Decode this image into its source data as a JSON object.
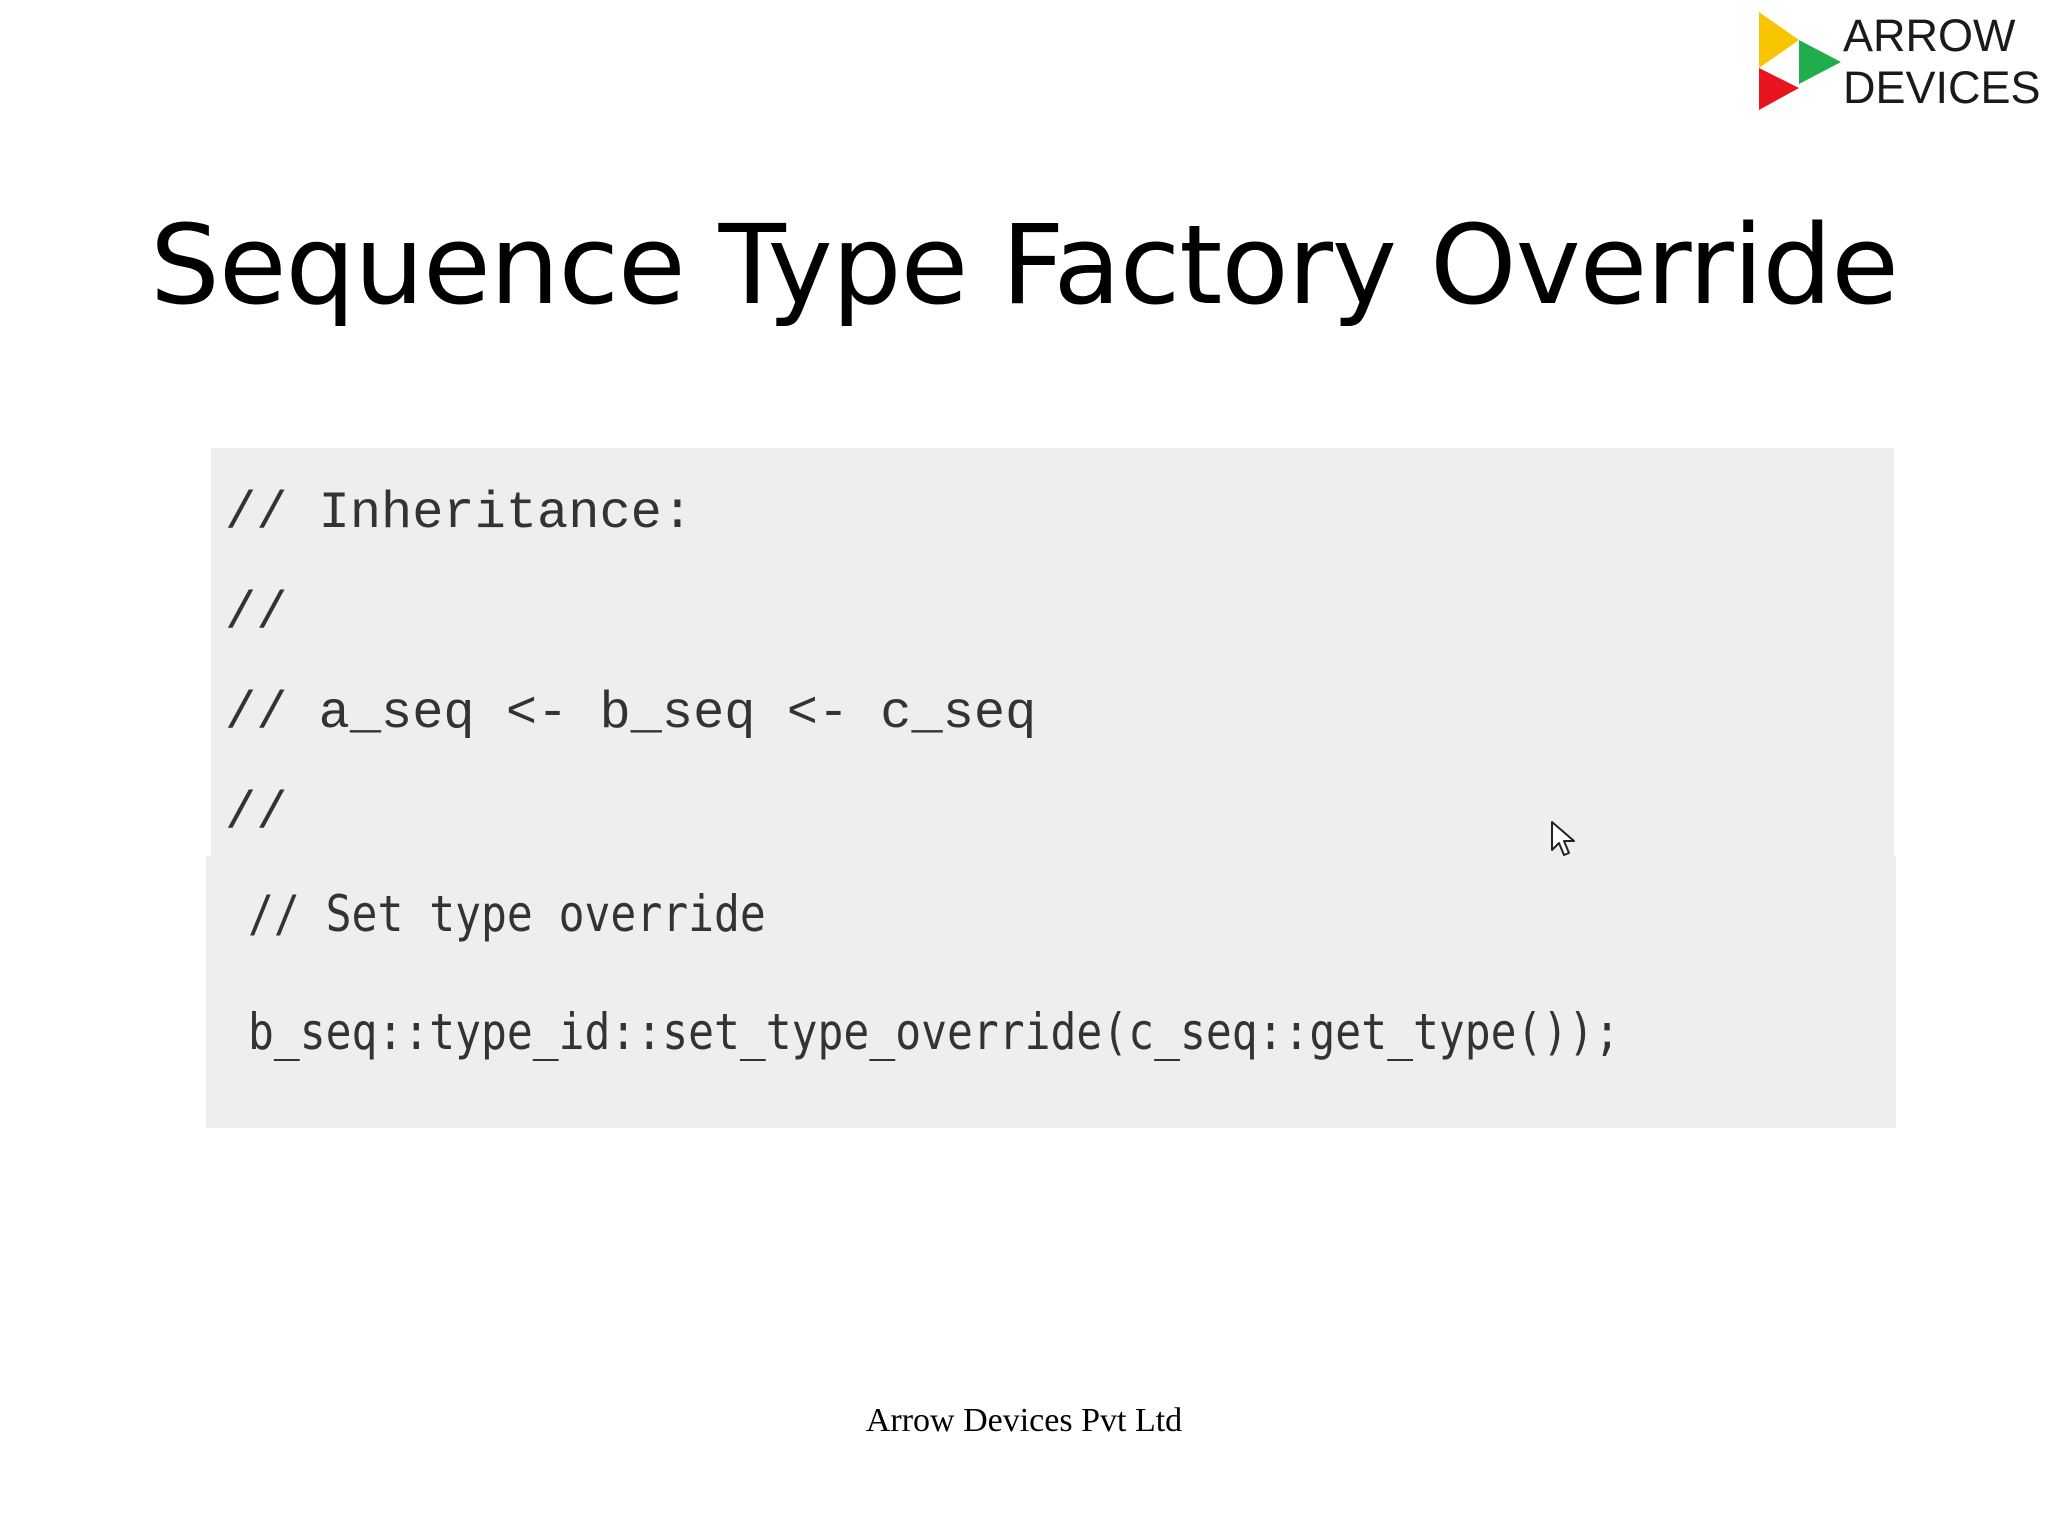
{
  "logo": {
    "line1": "ARROW",
    "line2": "DEVICES",
    "colors": {
      "yellow": "#f7c600",
      "green": "#1fae4b",
      "red": "#e8141e"
    }
  },
  "title": "Sequence Type Factory Override",
  "code_upper": [
    "// Inheritance:",
    "//",
    "// a_seq <- b_seq <- c_seq",
    "//"
  ],
  "code_lower": [
    "// Set type override",
    "b_seq::type_id::set_type_override(c_seq::get_type());"
  ],
  "cursor": {
    "icon": "mouse-pointer-icon"
  },
  "footer": "Arrow Devices Pvt Ltd"
}
